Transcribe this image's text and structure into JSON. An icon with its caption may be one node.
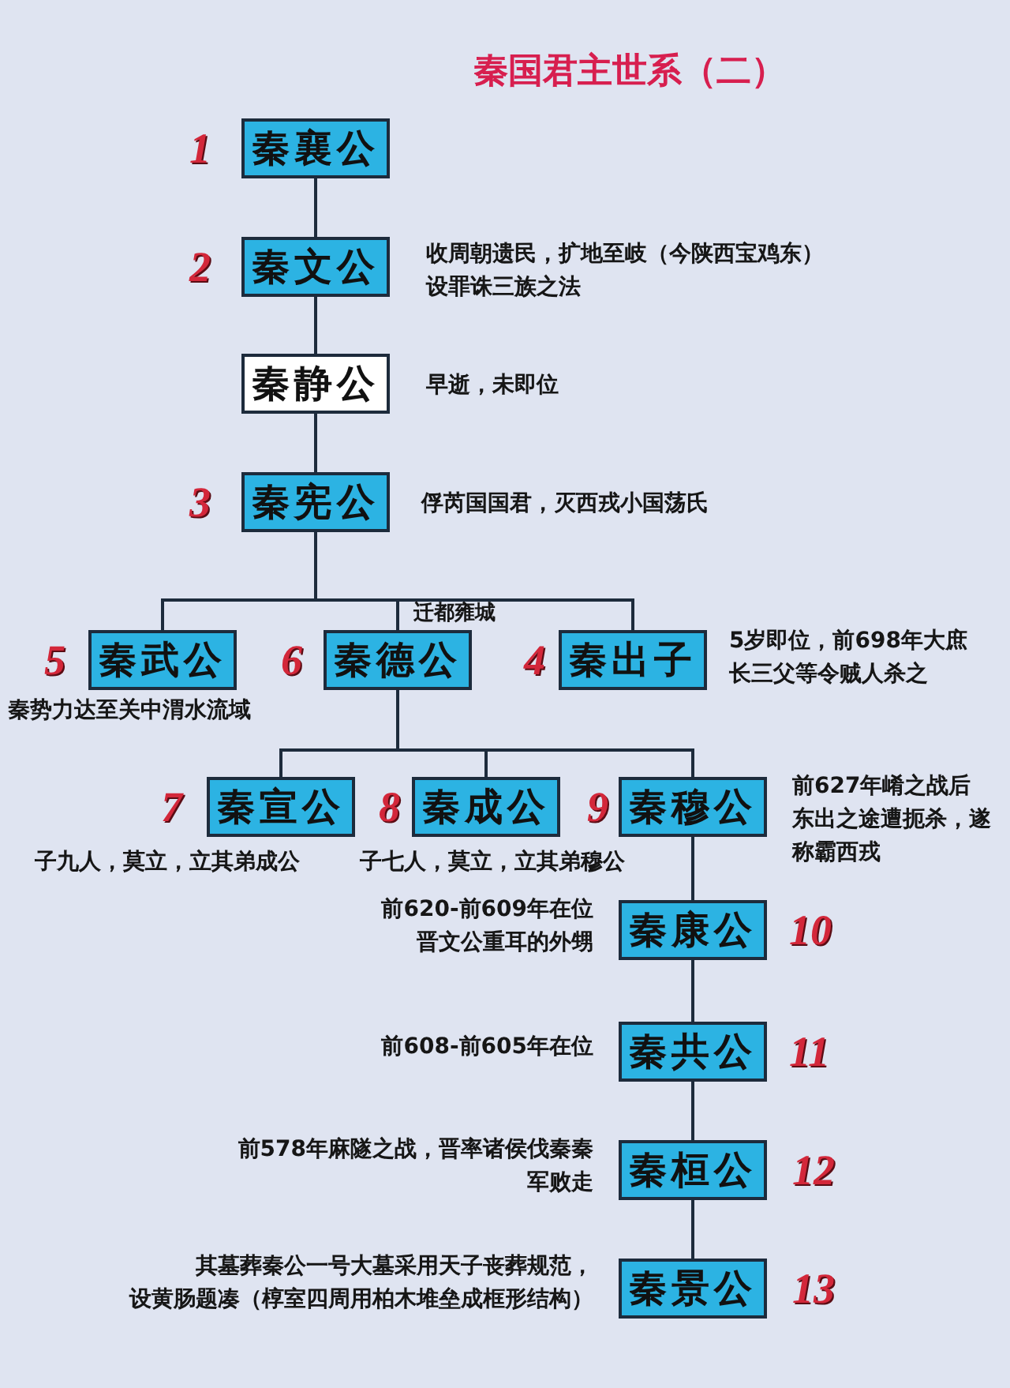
{
  "diagram": {
    "title": "秦国君主世系（二）",
    "nodes": [
      {
        "text": [
          "秦襄公"
        ],
        "beside": [
          "1"
        ]
      },
      {
        "text": [
          "秦文公"
        ],
        "beside": [
          "2",
          "收周朝遗民，扩地至岐（今陕西宝鸡东）",
          "设罪诛三族之法"
        ]
      },
      {
        "text": [
          "秦静公"
        ],
        "beside": [
          "早逝，未即位"
        ]
      },
      {
        "text": [
          "秦宪公"
        ],
        "beside": [
          "3",
          "俘芮国国君，灭西戎小国荡氏"
        ]
      },
      {
        "text": [
          "秦武公"
        ],
        "beside": [
          "5",
          "秦势力达至关中渭水流域"
        ]
      },
      {
        "text": [
          "秦德公"
        ],
        "beside": [
          "6"
        ]
      },
      {
        "text": [
          "秦出子"
        ],
        "beside": [
          "4",
          "5岁即位，前698年大庶长三父等令贼人杀之"
        ]
      },
      {
        "text": [
          "秦宣公"
        ],
        "beside": [
          "7",
          "子九人，莫立，立其弟成公"
        ]
      },
      {
        "text": [
          "秦成公"
        ],
        "beside": [
          "8",
          "子七人，莫立，立其弟穆公"
        ]
      },
      {
        "text": [
          "秦穆公"
        ],
        "beside": [
          "9",
          "前627年崤之战后东出之途遭扼杀，遂称霸西戎"
        ]
      },
      {
        "text": [
          "秦康公"
        ],
        "beside": [
          "前620-前609年在位",
          "晋文公重耳的外甥",
          "10"
        ]
      },
      {
        "text": [
          "秦共公"
        ],
        "beside": [
          "前608-前605年在位",
          "11"
        ]
      },
      {
        "text": [
          "秦桓公"
        ],
        "beside": [
          "前578年麻隧之战，晋率诸侯伐秦秦军败走",
          "12"
        ]
      },
      {
        "text": [
          "秦景公"
        ],
        "beside": [
          "其墓葬秦公一号大墓采用天子丧葬规范，",
          "设黄肠题凑（椁室四周用柏木堆垒成框形结构）",
          "13"
        ]
      }
    ],
    "edges": [
      {
        "from": 0,
        "to": 1,
        "arrow": "none"
      },
      {
        "from": 1,
        "to": 2,
        "arrow": "none"
      },
      {
        "from": 2,
        "to": 3,
        "arrow": "none"
      },
      {
        "from": 3,
        "to": 4,
        "arrow": "none"
      },
      {
        "from": 3,
        "to": 5,
        "arrow": "none",
        "label": "迁都雍城"
      },
      {
        "from": 3,
        "to": 6,
        "arrow": "none"
      },
      {
        "from": 5,
        "to": 7,
        "arrow": "none"
      },
      {
        "from": 5,
        "to": 8,
        "arrow": "none"
      },
      {
        "from": 5,
        "to": 9,
        "arrow": "none"
      },
      {
        "from": 9,
        "to": 10,
        "arrow": "none"
      },
      {
        "from": 10,
        "to": 11,
        "arrow": "none"
      },
      {
        "from": 11,
        "to": 12,
        "arrow": "none"
      },
      {
        "from": 12,
        "to": 13,
        "arrow": "none"
      }
    ]
  }
}
